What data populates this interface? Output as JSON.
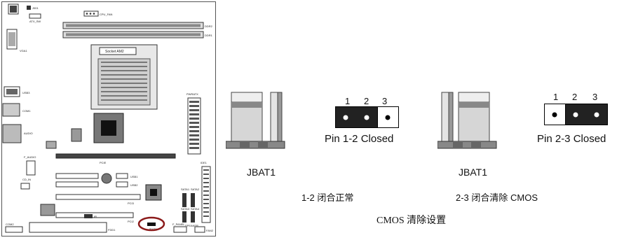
{
  "board": {
    "labels": {
      "j001": "J001",
      "atx_sw": "ATX_SW",
      "cpu_fan": "CPU_FAN",
      "ddr2": "DDR2",
      "ddr1": "DDR1",
      "vga1": "VGA1",
      "socket": "Socket AM2",
      "usb3": "USB3",
      "com1": "COM1",
      "audio": "AUDIO",
      "pwratx": "PWRATX",
      "f_audio": "F_AUDIO",
      "pcie": "PCIE",
      "cd_in": "CD_IN",
      "usb1": "USB1",
      "usb2": "USB2",
      "ide1": "IDE1",
      "sata1": "SATA1",
      "sata2": "SATA2",
      "sata3": "SATA3",
      "sata4": "SATA4",
      "pci1": "PCI1",
      "pci2": "PCI2",
      "pci3": "PCI3",
      "speaker": "SPEAKER",
      "f_panel": "F_PANEL",
      "fdd1": "FDD1",
      "fan2": "FAN2",
      "com2": "COM2",
      "jbat_small": "JBAT1",
      "ir": "IR"
    },
    "highlight_color": "#8b1a1a"
  },
  "left_jumper": {
    "pins": [
      "1",
      "2",
      "3"
    ],
    "caption": "Pin  1-2  Closed",
    "name": "JBAT1",
    "desc": "1-2 闭合正常"
  },
  "right_jumper": {
    "pins": [
      "1",
      "2",
      "3"
    ],
    "caption": "Pin  2-3  Closed",
    "name": "JBAT1",
    "desc": "2-3 闭合清除 CMOS"
  },
  "footer": {
    "title": "CMOS 清除设置"
  }
}
